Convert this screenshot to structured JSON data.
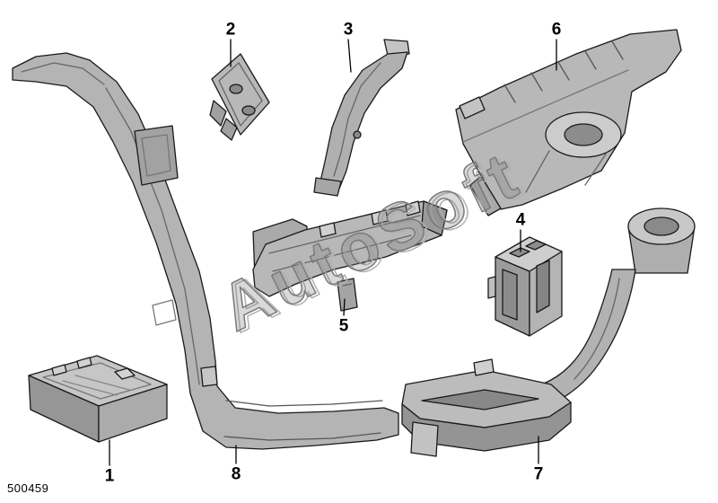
{
  "diagram": {
    "drawing_number": "500459",
    "watermark": "AutoSoft",
    "colors": {
      "background": "#ffffff",
      "part_fill": "#b4b4b4",
      "part_shadow": "#969696",
      "part_highlight": "#cccccc",
      "outline": "#1a1a1a",
      "watermark_stroke": "#7a7a7a"
    },
    "callouts": [
      {
        "label": "1"
      },
      {
        "label": "2"
      },
      {
        "label": "3"
      },
      {
        "label": "4"
      },
      {
        "label": "5"
      },
      {
        "label": "6"
      },
      {
        "label": "7"
      },
      {
        "label": "8"
      }
    ]
  }
}
